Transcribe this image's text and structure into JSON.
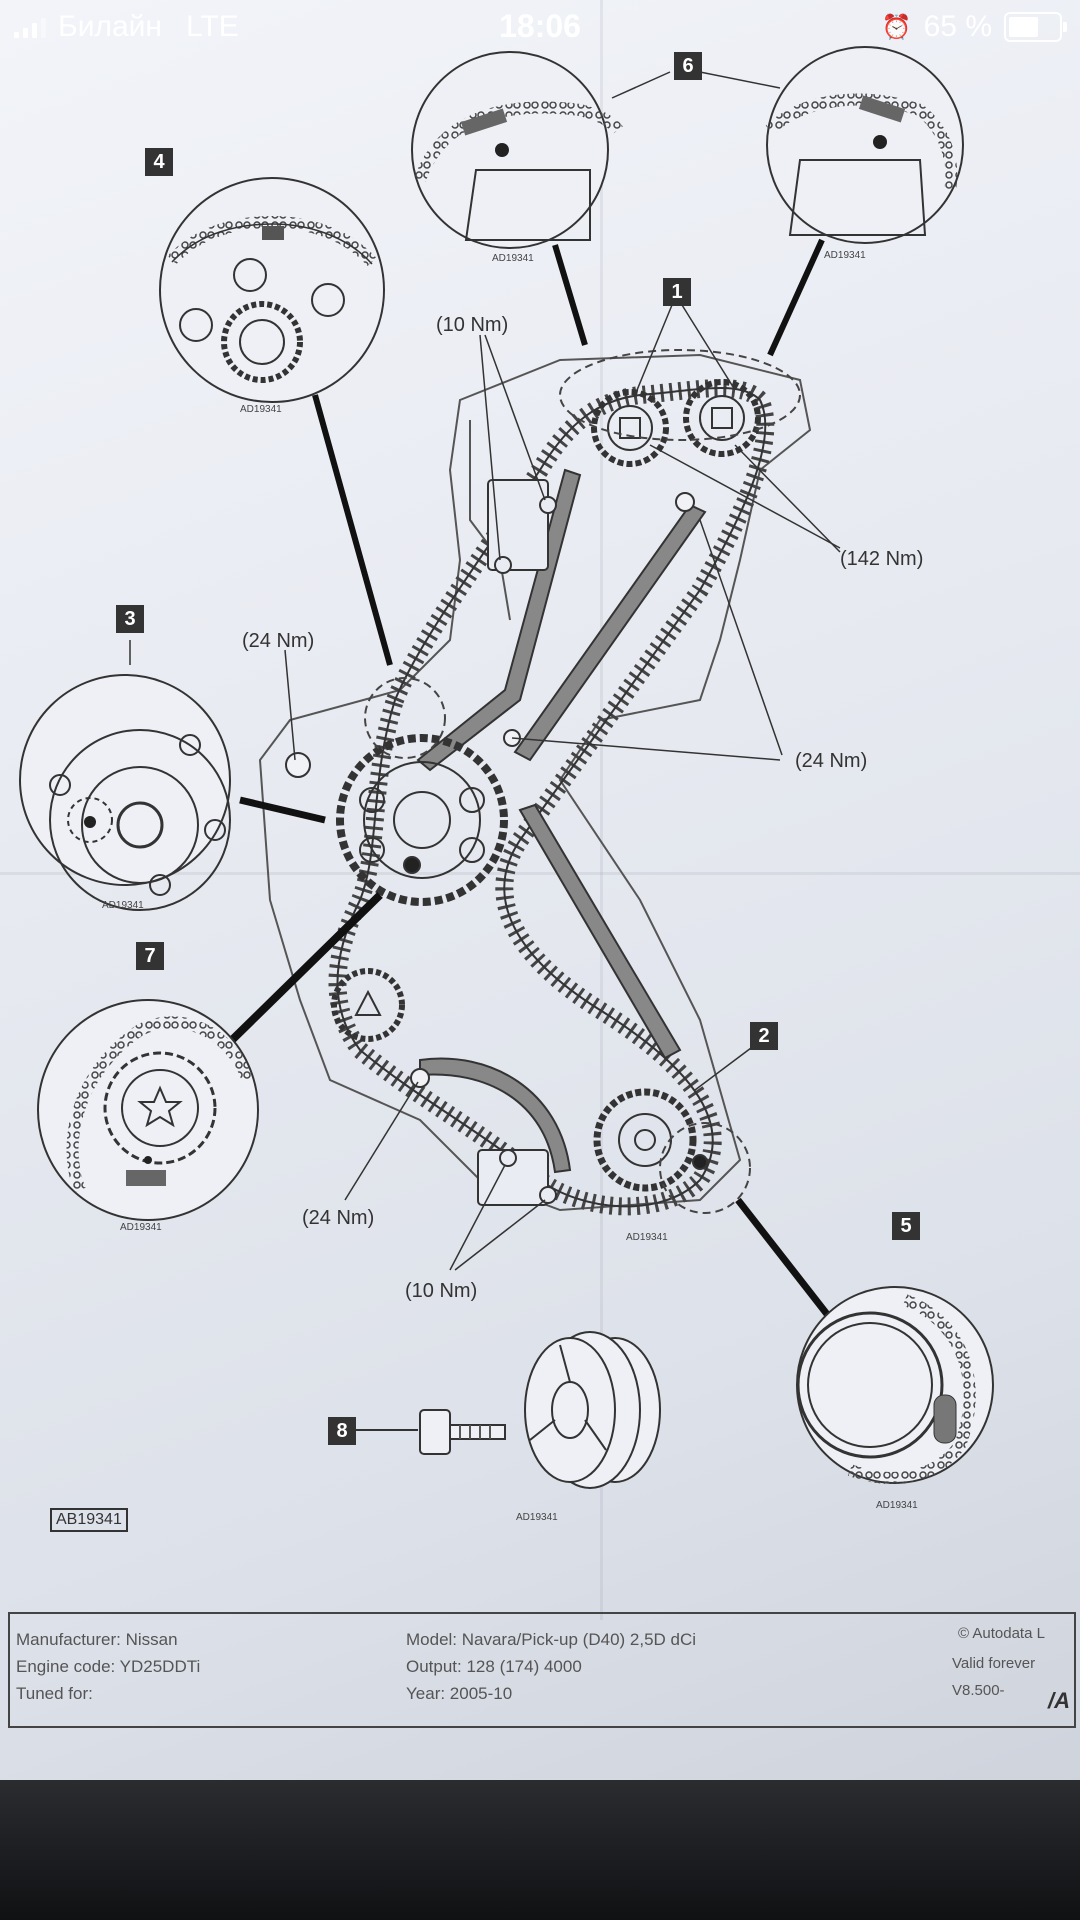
{
  "status_bar": {
    "carrier": "Билайн",
    "network": "LTE",
    "time": "18:06",
    "battery": "65 %",
    "battery_level": 0.65
  },
  "diagram": {
    "callouts": [
      "1",
      "2",
      "3",
      "4",
      "5",
      "6",
      "7",
      "8"
    ],
    "torque_labels": {
      "t10_top": "(10 Nm)",
      "t142": "(142 Nm)",
      "t24_left": "(24 Nm)",
      "t24_right": "(24 Nm)",
      "t24_lower": "(24 Nm)",
      "t10_bottom": "(10 Nm)"
    },
    "part_codes": {
      "detail4": "AD19341",
      "detail6a": "AD19341",
      "detail6b": "AD19341",
      "detail3": "AD19341",
      "detail7": "AD19341",
      "crank": "AD19341",
      "detail5": "AD19341",
      "pulley": "AD19341"
    },
    "figure_code": "AB19341"
  },
  "info": {
    "manufacturer": "Manufacturer: Nissan",
    "engine_code": "Engine code: YD25DDTi",
    "tuned_for": "Tuned for:",
    "model": "Model: Navara/Pick-up (D40) 2,5D dCi",
    "output": "Output: 128 (174) 4000",
    "year": "Year: 2005-10",
    "copyright": "© Autodata L",
    "valid": "Valid forever",
    "version": "V8.500-",
    "brand": "/A"
  }
}
